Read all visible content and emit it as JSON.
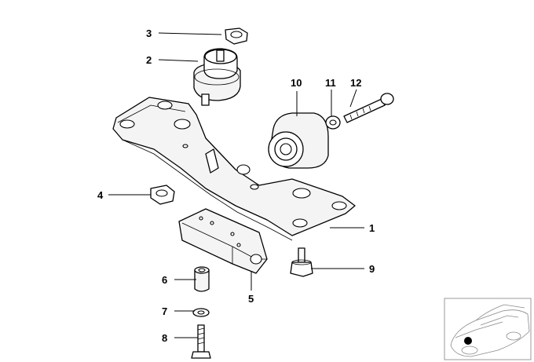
{
  "diagram": {
    "callouts": [
      {
        "id": "1",
        "label": "1"
      },
      {
        "id": "2",
        "label": "2"
      },
      {
        "id": "3",
        "label": "3"
      },
      {
        "id": "4",
        "label": "4"
      },
      {
        "id": "5",
        "label": "5"
      },
      {
        "id": "6",
        "label": "6"
      },
      {
        "id": "7",
        "label": "7"
      },
      {
        "id": "8",
        "label": "8"
      },
      {
        "id": "9",
        "label": "9"
      },
      {
        "id": "10",
        "label": "10"
      },
      {
        "id": "11",
        "label": "11"
      },
      {
        "id": "12",
        "label": "12"
      }
    ],
    "inset": {
      "marker_color": "#000000",
      "outline_color": "#8a8a8a"
    }
  }
}
